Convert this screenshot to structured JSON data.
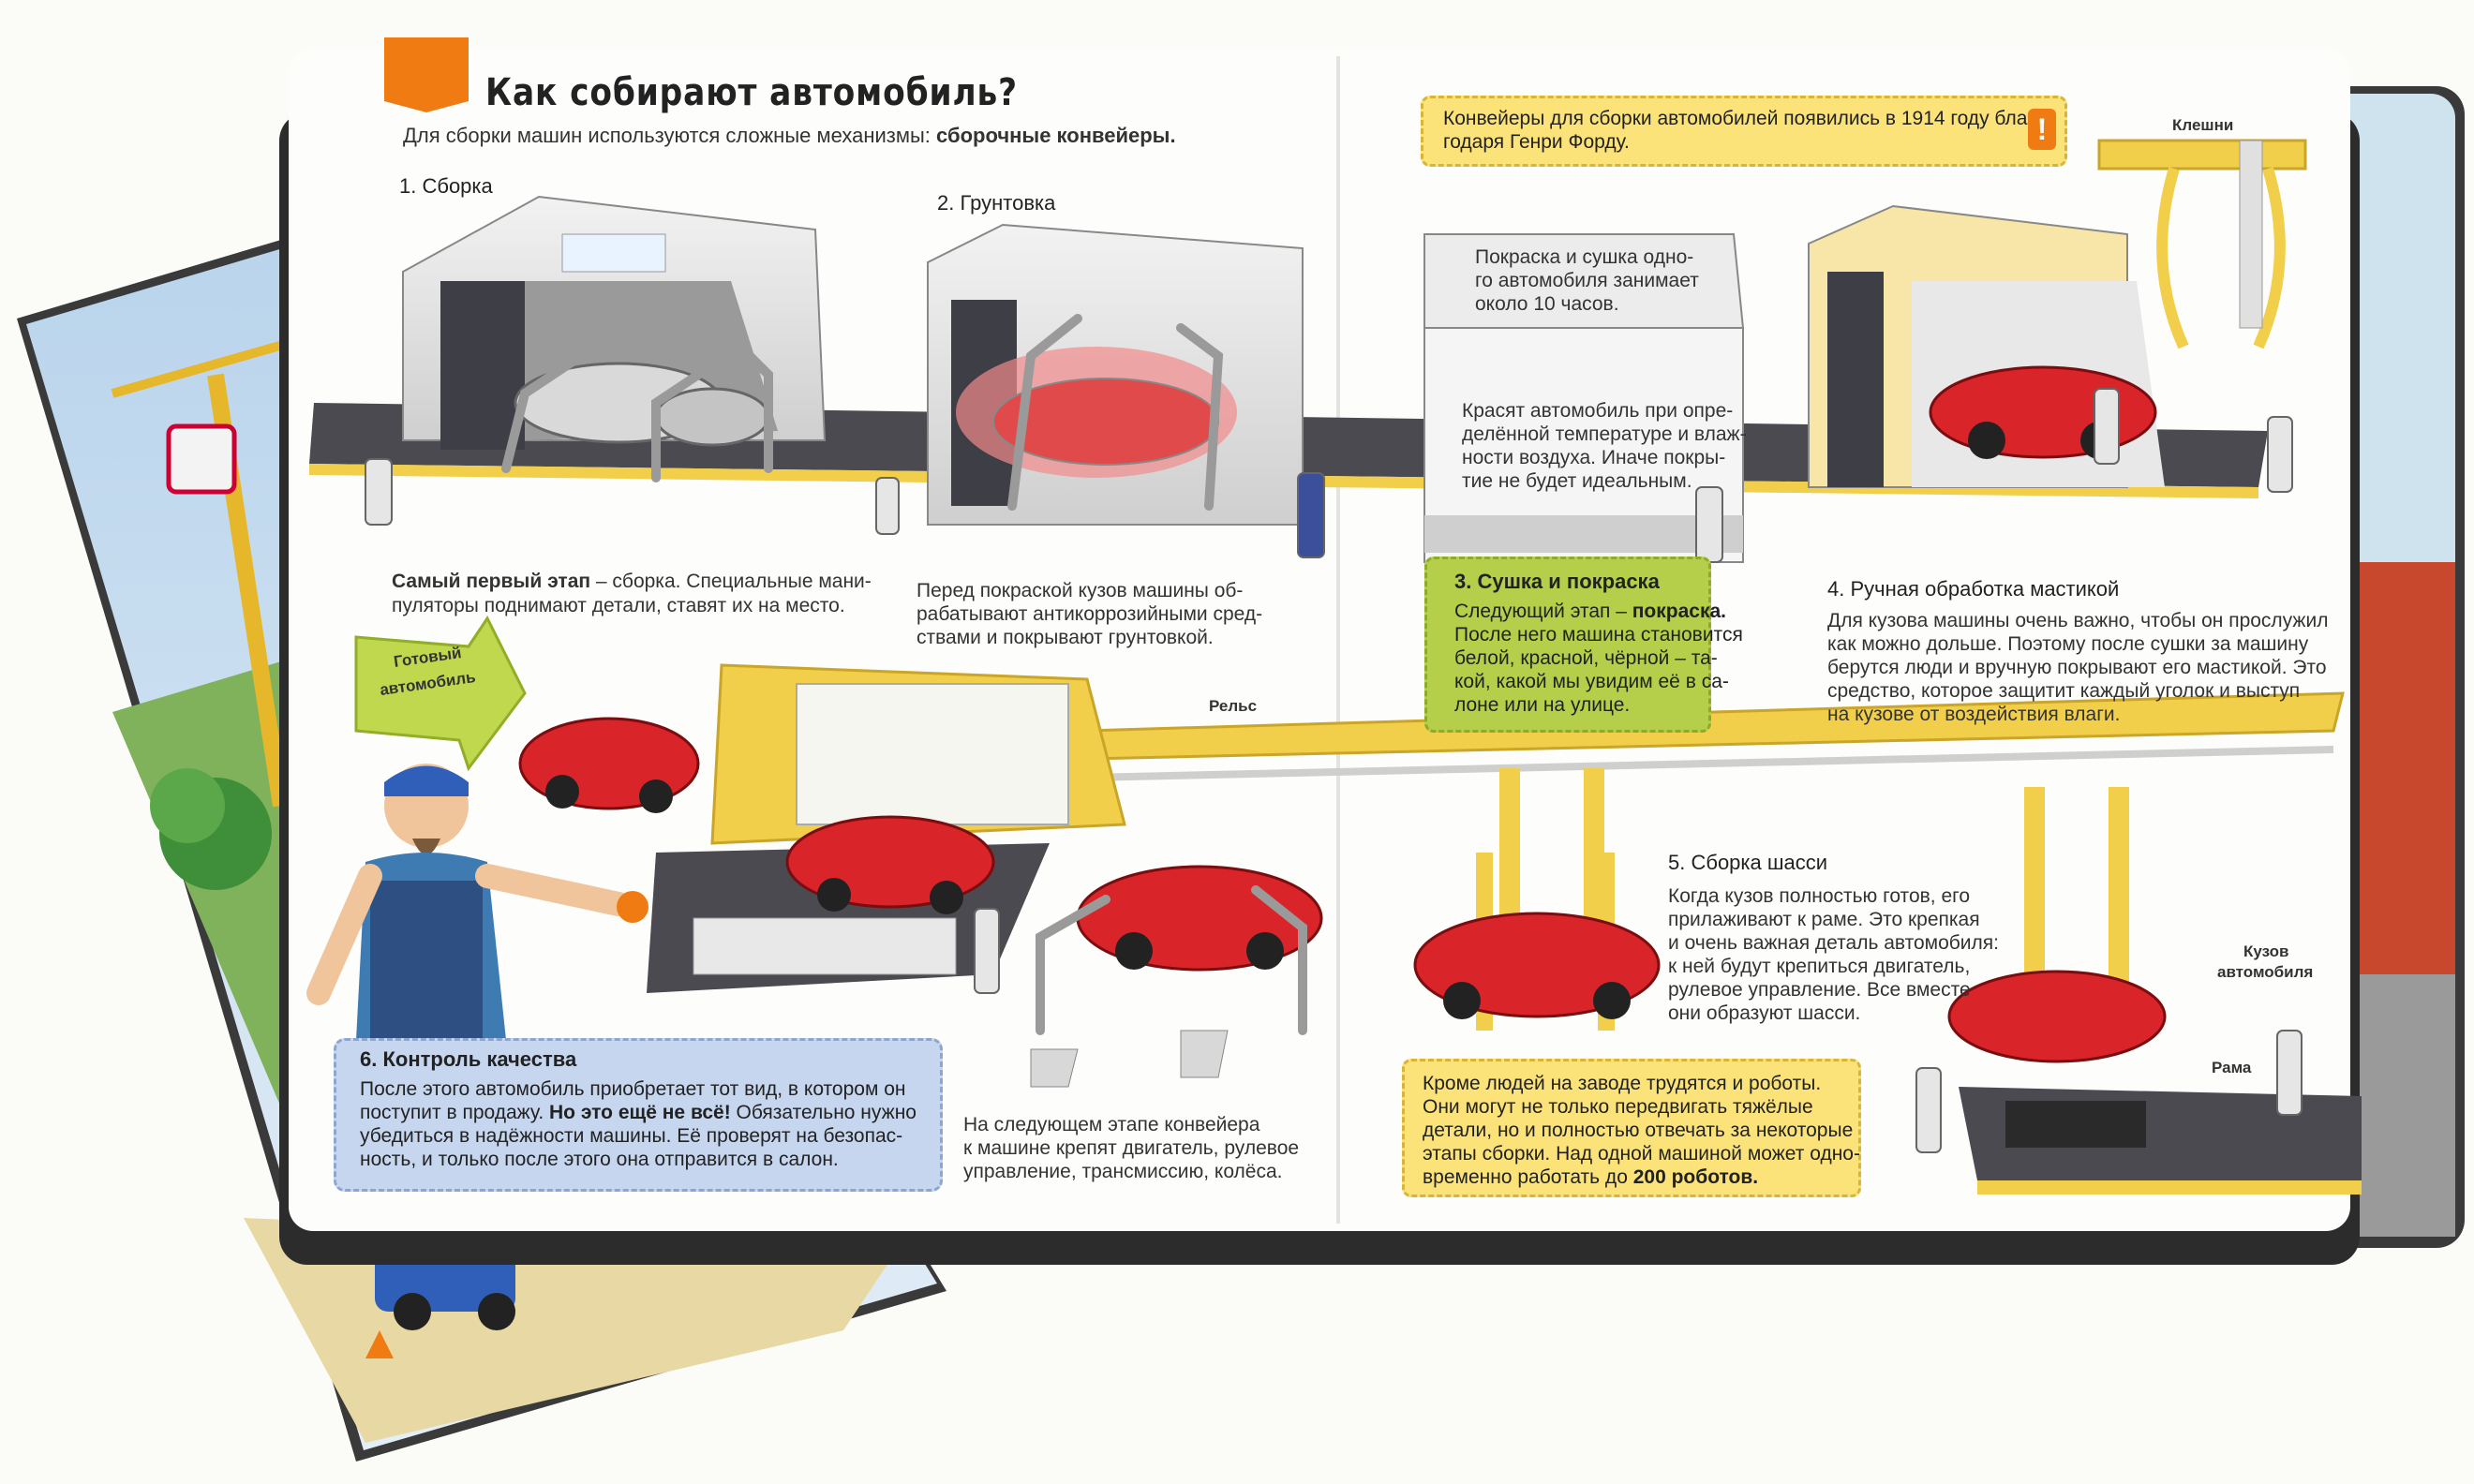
{
  "page": {
    "title": "Как собирают автомобиль?",
    "subtitle_prefix": "Для сборки машин используются сложные механизмы: ",
    "subtitle_bold": "сборочные конвейеры."
  },
  "fact_box": {
    "text_line1": "Конвейеры для сборки автомобилей появились в 1914 году бла-",
    "text_line2": "годаря Генри Форду.",
    "icon": "exclamation-icon"
  },
  "steps": {
    "s1": {
      "heading": "1. Сборка",
      "body_bold": "Самый первый этап",
      "body_line1": " – сборка. Специальные мани-",
      "body_line2": "пуляторы поднимают детали, ставят их на место."
    },
    "s2": {
      "heading": "2. Грунтовка",
      "body_line1": "Перед покраской кузов машины об-",
      "body_line2": "рабатывают антикоррозийными сред-",
      "body_line3": "ствами и покрывают грунтовкой."
    },
    "s3": {
      "heading": "3. Сушка и покраска",
      "body_line1_prefix": "Следующий этап – ",
      "body_line1_bold": "покраска.",
      "body_line2": "После него машина становится",
      "body_line3": "белой, красной, чёрной – та-",
      "body_line4": "кой, какой мы увидим её в са-",
      "body_line5": "лоне или на улице.",
      "note_top_1": "Покраска и сушка одно-",
      "note_top_2": "го автомобиля занимает",
      "note_top_3": "около 10 часов.",
      "note_mid_1": "Красят автомобиль при опре-",
      "note_mid_2": "делённой температуре и влаж-",
      "note_mid_3": "ности воздуха. Иначе покры-",
      "note_mid_4": "тие не будет идеальным."
    },
    "s4": {
      "heading": "4. Ручная обработка мастикой",
      "body_line1": "Для кузова машины очень важно, чтобы он прослужил",
      "body_line2": "как можно дольше. Поэтому после сушки за машину",
      "body_line3": "берутся люди и вручную покрывают его мастикой. Это",
      "body_line4": "средство, которое защитит каждый уголок и выступ",
      "body_line5": "на кузове от воздействия влаги."
    },
    "s5": {
      "heading": "5. Сборка шасси",
      "body_line1": "Когда кузов полностью готов, его",
      "body_line2": "прилаживают к раме. Это крепкая",
      "body_line3": "и очень важная деталь автомобиля:",
      "body_line4": "к ней будут крепиться двигатель,",
      "body_line5": "рулевое управление. Все вместе",
      "body_line6": "они образуют шасси."
    },
    "s6": {
      "heading": "6. Контроль качества",
      "body_line1": "После этого автомобиль приобретает тот вид, в котором он",
      "body_line2_prefix": "поступит в продажу. ",
      "body_line2_bold": "Но это ещё не всё!",
      "body_line2_suffix": " Обязательно нужно",
      "body_line3": "убедиться в надёжности машины. Её проверят на безопас-",
      "body_line4": "ность, и только после этого она отправится в салон."
    },
    "engine": {
      "body_line1": "На следующем этапе конвейера",
      "body_line2": "к машине крепят двигатель, рулевое",
      "body_line3": "управление, трансмиссию, колёса."
    }
  },
  "robots_box": {
    "line1": "Кроме людей на заводе трудятся и роботы.",
    "line2": "Они могут не только передвигать тяжёлые",
    "line3": "детали, но и полностью отвечать за некоторые",
    "line4": "этапы сборки. Над одной машиной может одно-",
    "line5_prefix": "временно работать до ",
    "line5_bold": "200 роботов."
  },
  "labels": {
    "ready_car_1": "Готовый",
    "ready_car_2": "автомобиль",
    "rail": "Рельс",
    "claws": "Клешни",
    "body_1": "Кузов",
    "body_2": "автомобиля",
    "frame": "Рама"
  },
  "colors": {
    "accent_orange": "#f07b12",
    "car_red": "#d9242a",
    "rail_yellow": "#f2cf4a",
    "belt_dark": "#4a4a50",
    "green_box": "#b5cf4a",
    "blue_box": "#c6d6ef",
    "yellow_box": "#fbe37a"
  }
}
